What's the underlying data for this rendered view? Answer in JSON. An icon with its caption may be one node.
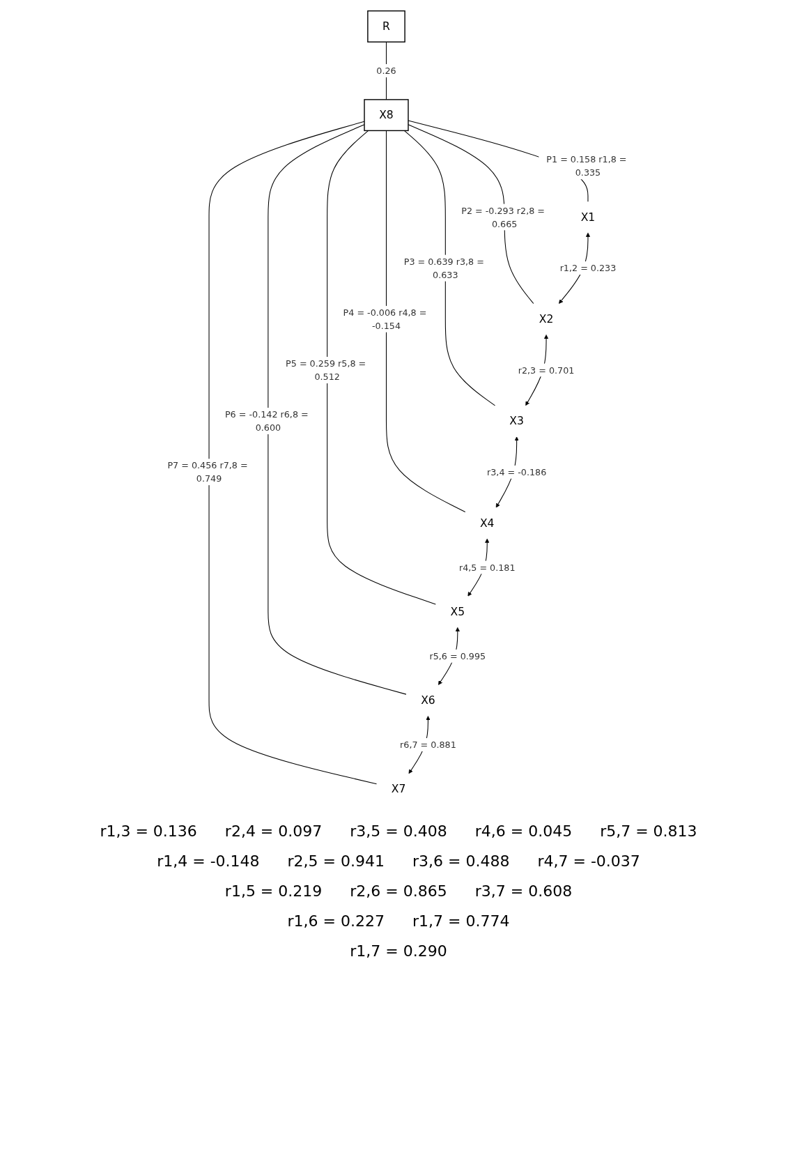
{
  "diagram": {
    "nodes": [
      {
        "text": [
          "R"
        ]
      },
      {
        "text": [
          "X8"
        ]
      },
      {
        "text": [
          "X1"
        ]
      },
      {
        "text": [
          "X2"
        ]
      },
      {
        "text": [
          "X3"
        ]
      },
      {
        "text": [
          "X4"
        ]
      },
      {
        "text": [
          "X5"
        ]
      },
      {
        "text": [
          "X6"
        ]
      },
      {
        "text": [
          "X7"
        ]
      }
    ],
    "edges": [
      {
        "from": 0,
        "to": 1,
        "arrow": "none",
        "label": "0.26"
      },
      {
        "from": 1,
        "to": 2,
        "arrow": "none",
        "label": "P1 = 0.158 r1,8 = 0.335"
      },
      {
        "from": 1,
        "to": 3,
        "arrow": "none",
        "label": "P2 = -0.293 r2,8 = 0.665"
      },
      {
        "from": 1,
        "to": 4,
        "arrow": "none",
        "label": "P3 = 0.639 r3,8 = 0.633"
      },
      {
        "from": 1,
        "to": 5,
        "arrow": "none",
        "label": "P4 = -0.006 r4,8 = -0.154"
      },
      {
        "from": 1,
        "to": 6,
        "arrow": "none",
        "label": "P5 = 0.259 r5,8 = 0.512"
      },
      {
        "from": 1,
        "to": 7,
        "arrow": "none",
        "label": "P6 = -0.142 r6,8 = 0.600"
      },
      {
        "from": 1,
        "to": 8,
        "arrow": "none",
        "label": "P7 = 0.456 r7,8 = 0.749"
      },
      {
        "from": 2,
        "to": 3,
        "arrow": "both",
        "label": "r1,2 = 0.233"
      },
      {
        "from": 3,
        "to": 4,
        "arrow": "both",
        "label": "r2,3 = 0.701"
      },
      {
        "from": 4,
        "to": 5,
        "arrow": "both",
        "label": "r3,4 = -0.186"
      },
      {
        "from": 5,
        "to": 6,
        "arrow": "both",
        "label": "r4,5 = 0.181"
      },
      {
        "from": 6,
        "to": 7,
        "arrow": "both",
        "label": "r5,6 = 0.995"
      },
      {
        "from": 7,
        "to": 8,
        "arrow": "both",
        "label": "r6,7 = 0.881"
      }
    ],
    "labels": [
      "r1,3 = 0.136",
      "r2,4 = 0.097",
      "r3,5 = 0.408",
      "r4,6 = 0.045",
      "r5,7 = 0.813",
      "r1,4 = -0.148",
      "r2,5 = 0.941",
      "r3,6 = 0.488",
      "r4,7 = -0.037",
      "r1,5 = 0.219",
      "r2,6 = 0.865",
      "r3,7 = 0.608",
      "r1,6 = 0.227",
      "r1,7 = 0.774",
      "r1,7 = 0.290"
    ]
  }
}
